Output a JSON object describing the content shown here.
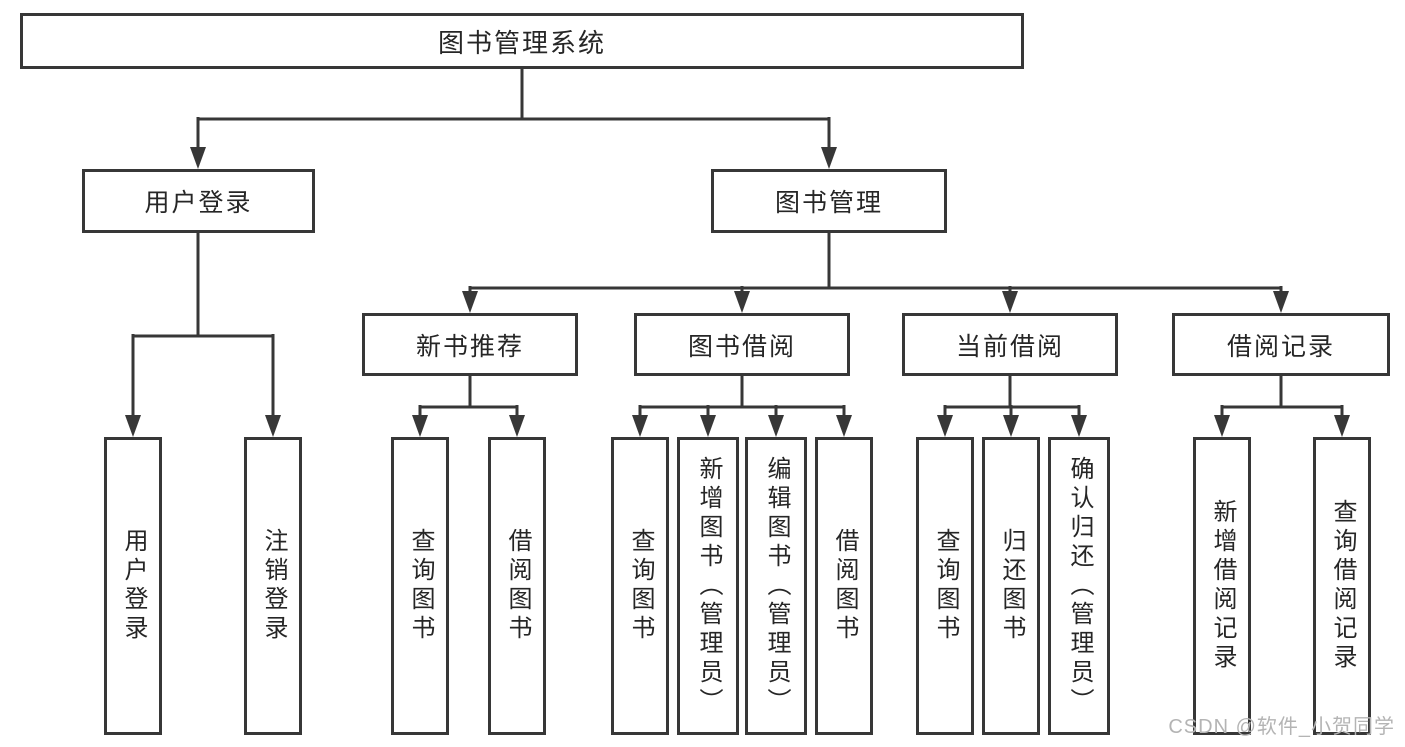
{
  "diagram": {
    "title": "图书管理系统",
    "root": {
      "label": "图书管理系统"
    },
    "level2": [
      {
        "label": "用户登录"
      },
      {
        "label": "图书管理"
      }
    ],
    "level3": [
      {
        "label": "新书推荐",
        "parent": "图书管理"
      },
      {
        "label": "图书借阅",
        "parent": "图书管理"
      },
      {
        "label": "当前借阅",
        "parent": "图书管理"
      },
      {
        "label": "借阅记录",
        "parent": "图书管理"
      }
    ],
    "leaves": [
      {
        "label": "用户登录",
        "parent": "用户登录"
      },
      {
        "label": "注销登录",
        "parent": "用户登录"
      },
      {
        "label": "查询图书",
        "parent": "新书推荐"
      },
      {
        "label": "借阅图书",
        "parent": "新书推荐"
      },
      {
        "label": "查询图书",
        "parent": "图书借阅"
      },
      {
        "label": "新增图书（管理员）",
        "parent": "图书借阅"
      },
      {
        "label": "编辑图书（管理员）",
        "parent": "图书借阅"
      },
      {
        "label": "借阅图书",
        "parent": "图书借阅"
      },
      {
        "label": "查询图书",
        "parent": "当前借阅"
      },
      {
        "label": "归还图书",
        "parent": "当前借阅"
      },
      {
        "label": "确认归还（管理员）",
        "parent": "当前借阅"
      },
      {
        "label": "新增借阅记录",
        "parent": "借阅记录"
      },
      {
        "label": "查询借阅记录",
        "parent": "借阅记录"
      }
    ]
  },
  "watermark": {
    "text": "CSDN @软件_小贺同学"
  },
  "colors": {
    "line": "#373737",
    "box_border": "#373737",
    "text": "#262626",
    "background": "#ffffff",
    "watermark": "#b4b4b4"
  }
}
